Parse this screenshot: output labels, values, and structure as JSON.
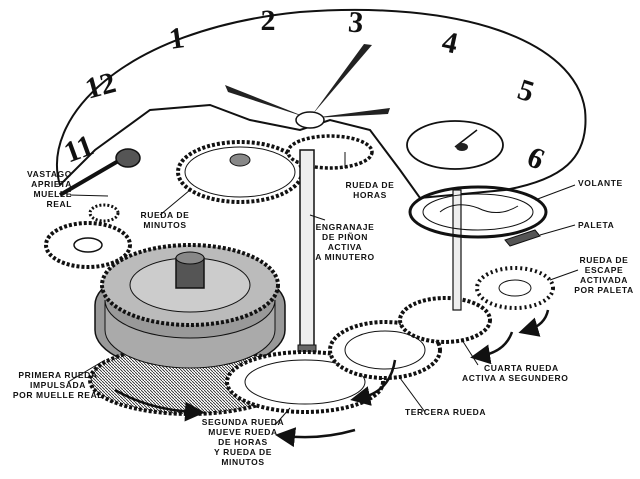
{
  "dial": {
    "numbers": [
      "11",
      "12",
      "1",
      "2",
      "3",
      "4",
      "5",
      "6"
    ]
  },
  "labels": {
    "stem": [
      "VASTAGO",
      "APRIETA",
      "MUELLE",
      "REAL"
    ],
    "minute_wheel": [
      "RUEDA DE",
      "MINUTOS"
    ],
    "hour_wheel": [
      "RUEDA DE",
      "HORAS"
    ],
    "cannon_pinion": [
      "ENGRANAJE",
      "DE PIÑON",
      "ACTIVA",
      "A MINUTERO"
    ],
    "balance": [
      "VOLANTE"
    ],
    "pallet": [
      "PALETA"
    ],
    "escape_wheel": [
      "RUEDA DE",
      "ESCAPE",
      "ACTIVADA",
      "POR PALETA"
    ],
    "fourth_wheel": [
      "CUARTA RUEDA",
      "ACTIVA A SEGUNDERO"
    ],
    "third_wheel": [
      "TERCERA RUEDA"
    ],
    "center_wheel": [
      "SEGUNDA RUEDA",
      "MUEVE RUEDA",
      "DE HORAS",
      "Y RUEDA DE",
      "MINUTOS"
    ],
    "mainspring_barrel": [
      "PRIMERA RUEDA",
      "IMPULSADA",
      "POR MUELLE REAL"
    ]
  }
}
